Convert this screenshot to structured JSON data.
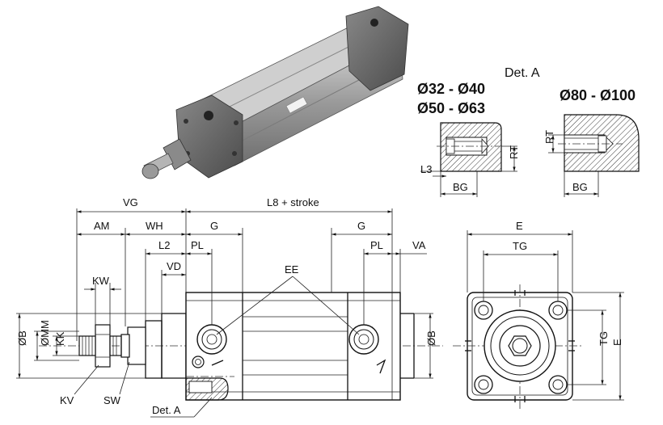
{
  "labels": {
    "vg": "VG",
    "l8": "L8 + stroke",
    "am": "AM",
    "wh": "WH",
    "g_left": "G",
    "g_right": "G",
    "l2": "L2",
    "pl_left": "PL",
    "pl_right": "PL",
    "va": "VA",
    "vd": "VD",
    "kw": "KW",
    "ee": "EE",
    "ob_left": "ØB",
    "omm": "ØMM",
    "kk": "KK",
    "ob_right": "ØB",
    "kv": "KV",
    "sw": "SW",
    "det_a_callout": "Det. A",
    "e_top": "E",
    "tg_top": "TG",
    "tg_right": "TG",
    "e_right": "E"
  },
  "detail": {
    "title": "Det. A",
    "size_small_1": "Ø32 - Ø40",
    "size_small_2": "Ø50 - Ø63",
    "size_large": "Ø80 - Ø100",
    "l3": "L3",
    "rt_left": "RT",
    "bg_left": "BG",
    "rt_right": "RT",
    "bg_right": "BG"
  }
}
